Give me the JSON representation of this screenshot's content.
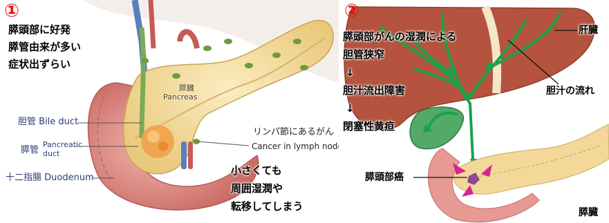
{
  "panel1": {
    "number": "①",
    "headline": [
      "膵頭部に好発",
      "膵管由来が多い",
      "症状出ずらい"
    ],
    "organ_label": {
      "jp": "膵臓",
      "en": "Pancreas"
    },
    "bile_duct": {
      "jp": "胆管",
      "en": "Bile duct"
    },
    "pancreatic_duct": {
      "jp": "膵管",
      "en_line1": "Pancreatic",
      "en_line2": "duct"
    },
    "duodenum": {
      "jp": "十二指腸",
      "en": "Duodenum"
    },
    "lymph": {
      "jp": "リンパ節にあるがん",
      "en": "Cancer in lymph nodes"
    },
    "note": [
      "小さくても",
      "周囲湿潤や",
      "転移してしまう"
    ]
  },
  "panel2": {
    "number": "②",
    "flow_text": [
      "膵頭部がんの湿潤による",
      "胆管狭窄",
      "↓",
      "胆汁流出障害",
      "↓",
      "閉塞性黄疸"
    ],
    "liver": "肝臓",
    "bile_flow": "胆汁の流れ",
    "tumor": "膵頭部癌",
    "pancreas": "膵臓"
  },
  "colors": {
    "number_red": "#e8140f",
    "liver": "#b5533e",
    "bile_green": "#1aa24a",
    "pancreas": "#f3d89a",
    "duodenum": "#e79a93",
    "arrow_magenta": "#d6258f"
  }
}
